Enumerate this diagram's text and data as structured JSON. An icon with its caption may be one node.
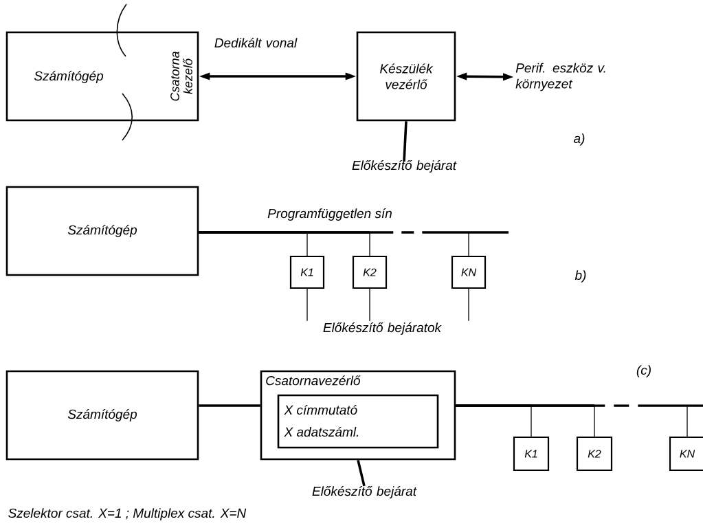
{
  "diagram": {
    "nodes": [
      {
        "text": [
          "Számítógép",
          "Csatorna kezelő"
        ]
      },
      {
        "text": [
          "Készülék vezérlő"
        ]
      },
      {
        "text": [
          "Perif. eszköz v. környezet"
        ]
      },
      {
        "text": [
          "Előkészítő bejárat"
        ]
      },
      {
        "text": [
          "Számítógép"
        ]
      },
      {
        "text": [
          "K1"
        ]
      },
      {
        "text": [
          "K2"
        ]
      },
      {
        "text": [
          "KN"
        ]
      },
      {
        "text": [
          "Előkészítő bejáratok"
        ]
      },
      {
        "text": [
          "Számítógép"
        ]
      },
      {
        "text": [
          "Csatornavezérlő"
        ]
      },
      {
        "text": [
          "X címmutató",
          "X adatszáml."
        ],
        "in": 10
      },
      {
        "text": [
          "K1"
        ]
      },
      {
        "text": [
          "K2"
        ]
      },
      {
        "text": [
          "KN"
        ]
      },
      {
        "text": [
          "Előkészítő bejárat"
        ]
      }
    ],
    "edges": [
      {
        "from": 0,
        "to": 1,
        "arrow": "both",
        "label": "Dedikált vonal"
      },
      {
        "from": 1,
        "to": 2,
        "arrow": "both"
      },
      {
        "from": 1,
        "to": 3,
        "arrow": "none"
      },
      {
        "from": 4,
        "to": 5,
        "arrow": "none"
      },
      {
        "from": 4,
        "to": 6,
        "arrow": "none"
      },
      {
        "from": 4,
        "to": 7,
        "arrow": "none",
        "style": "dashed"
      },
      {
        "from": 5,
        "to": 8,
        "arrow": "none"
      },
      {
        "from": 6,
        "to": 8,
        "arrow": "none"
      },
      {
        "from": 7,
        "to": 8,
        "arrow": "none"
      },
      {
        "from": 9,
        "to": 10,
        "arrow": "none"
      },
      {
        "from": 10,
        "to": 12,
        "arrow": "none"
      },
      {
        "from": 10,
        "to": 13,
        "arrow": "none"
      },
      {
        "from": 10,
        "to": 14,
        "arrow": "none",
        "style": "dashed"
      },
      {
        "from": 10,
        "to": 15,
        "arrow": "none"
      }
    ],
    "labels": [
      "a)",
      "Programfüggetlen sín",
      "b)",
      "(c)",
      "Szelektor csat. X=1 ; Multiplex csat. X=N"
    ]
  }
}
